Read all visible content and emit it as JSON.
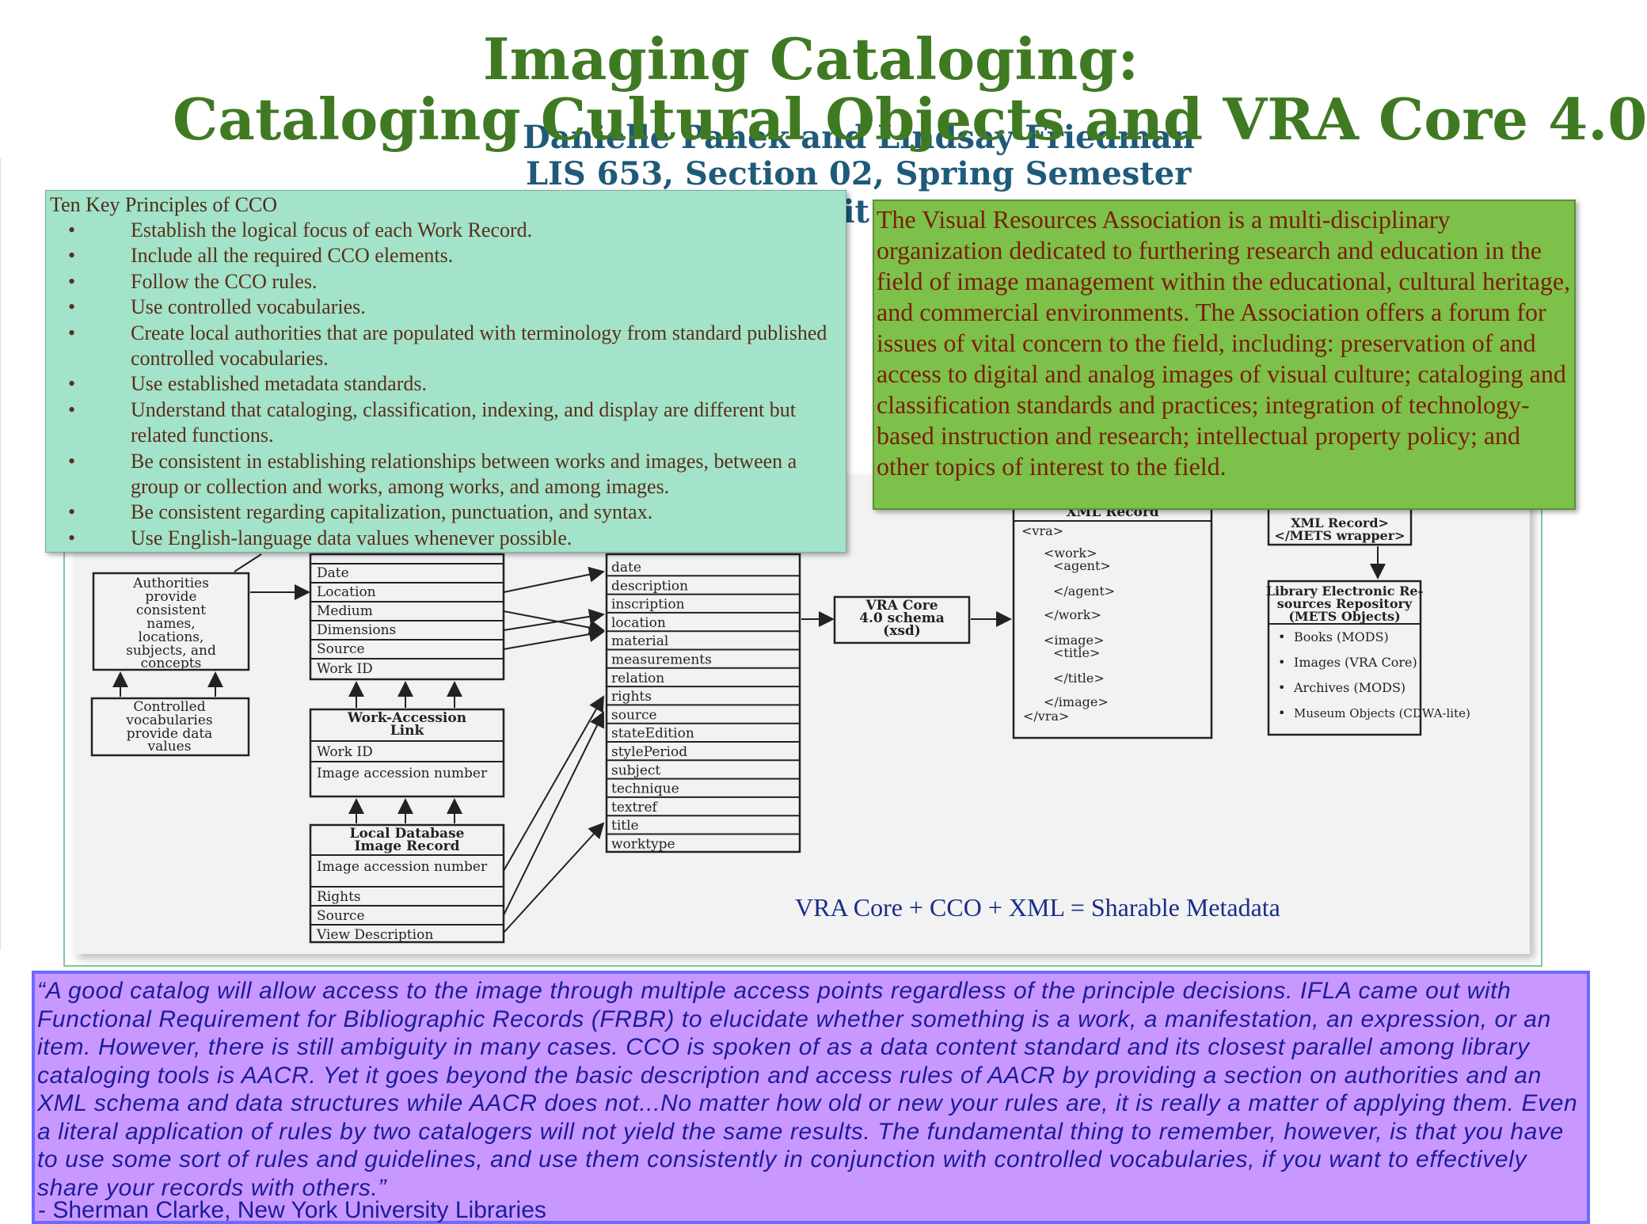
{
  "title": {
    "line1": "Imaging Cataloging:",
    "line2": "Cataloging Cultural Objects and VRA Core 4.0",
    "authors": "Danielle Panek and Lindsay Friedman",
    "course": "LIS 653, Section 02, Spring Semester",
    "line3_fragment": "cit"
  },
  "cco": {
    "heading": "Ten Key Principles of CCO",
    "bullet": "•",
    "items": [
      "Establish the logical focus of each Work Record.",
      "Include all the required CCO elements.",
      "Follow the CCO rules.",
      "Use controlled vocabularies.",
      "Create local authorities that are populated with terminology from standard published controlled vocabularies.",
      "Use established metadata standards.",
      "Understand that cataloging, classification, indexing, and display are different but related functions.",
      "Be consistent in establishing relationships between works and images, between a group or collection and works, among works, and among images.",
      "Be consistent regarding capitalization, punctuation, and syntax.",
      "Use English-language data values whenever possible."
    ]
  },
  "vra": {
    "text": "The Visual Resources Association is a multi-disciplinary organization dedicated to furthering research and education in the field of image management within the educational, cultural heritage, and commercial environments. The Association offers a forum for issues of vital concern to the field, including: preservation of and access to digital and analog images of visual culture; cataloging and classification standards and practices; integration of technology-based instruction and research; intellectual property policy; and other topics of interest to the field."
  },
  "diagram": {
    "authorities": [
      "Authorities",
      "provide",
      "consistent",
      "names,",
      "locations,",
      "subjects, and",
      "concepts"
    ],
    "controlled": [
      "Controlled",
      "vocabularies",
      "provide data",
      "values"
    ],
    "work_fields": [
      "Date",
      "Location",
      "Medium",
      "Dimensions",
      "Source",
      "Work ID"
    ],
    "link_title": [
      "Work-Accession",
      "Link"
    ],
    "link_fields": [
      "Work ID",
      "Image accession number"
    ],
    "local_title": [
      "Local Database",
      "Image Record"
    ],
    "local_fields": [
      "Image accession number",
      "Rights",
      "Source",
      "View Description"
    ],
    "vra_elements": [
      "date",
      "description",
      "inscription",
      "location",
      "material",
      "measurements",
      "relation",
      "rights",
      "source",
      "stateEdition",
      "stylePeriod",
      "subject",
      "technique",
      "textref",
      "title",
      "worktype"
    ],
    "schema": [
      "VRA Core",
      "4.0 schema",
      "(xsd)"
    ],
    "xml_lines": [
      "<vra>",
      "<work>",
      "<agent>",
      "</agent>",
      "</work>",
      "<image>",
      "<title>",
      "</title>",
      "</image>",
      "</vra>"
    ],
    "xml_header": "XML Record",
    "mets_lines": [
      "XML Record>",
      "</METS wrapper>"
    ],
    "repo_title": [
      "Library Electronic Re-",
      "sources Repository",
      "(METS Objects)"
    ],
    "repo_items": [
      "Books (MODS)",
      "Images (VRA Core)",
      "Archives (MODS)",
      "Museum Objects (CDWA-lite)"
    ]
  },
  "equation": "VRA Core + CCO + XML = Sharable Metadata",
  "quote": {
    "text": "“A good catalog will allow access to the image through multiple access points regardless of the principle decisions. IFLA came out with Functional Requirement for Bibliographic Records (FRBR) to elucidate whether something is a work, a manifestation, an expression, or an item. However, there is still ambiguity in many cases. CCO is spoken of as a data content standard and its closest parallel among library cataloging tools is AACR. Yet it goes beyond the basic description and access rules of AACR by providing a section on authorities and an XML schema and data structures while AACR does not...No matter how old or new your rules are, it is really a matter of applying them. Even a literal application of rules by two catalogers will not yield the same results. The fundamental thing to remember, however, is that you have to use some sort of rules and guidelines, and use them consistently in conjunction with controlled vocabularies, if you want to effectively share your records with others.”",
    "attribution": "-  Sherman Clarke, New York University Libraries"
  }
}
